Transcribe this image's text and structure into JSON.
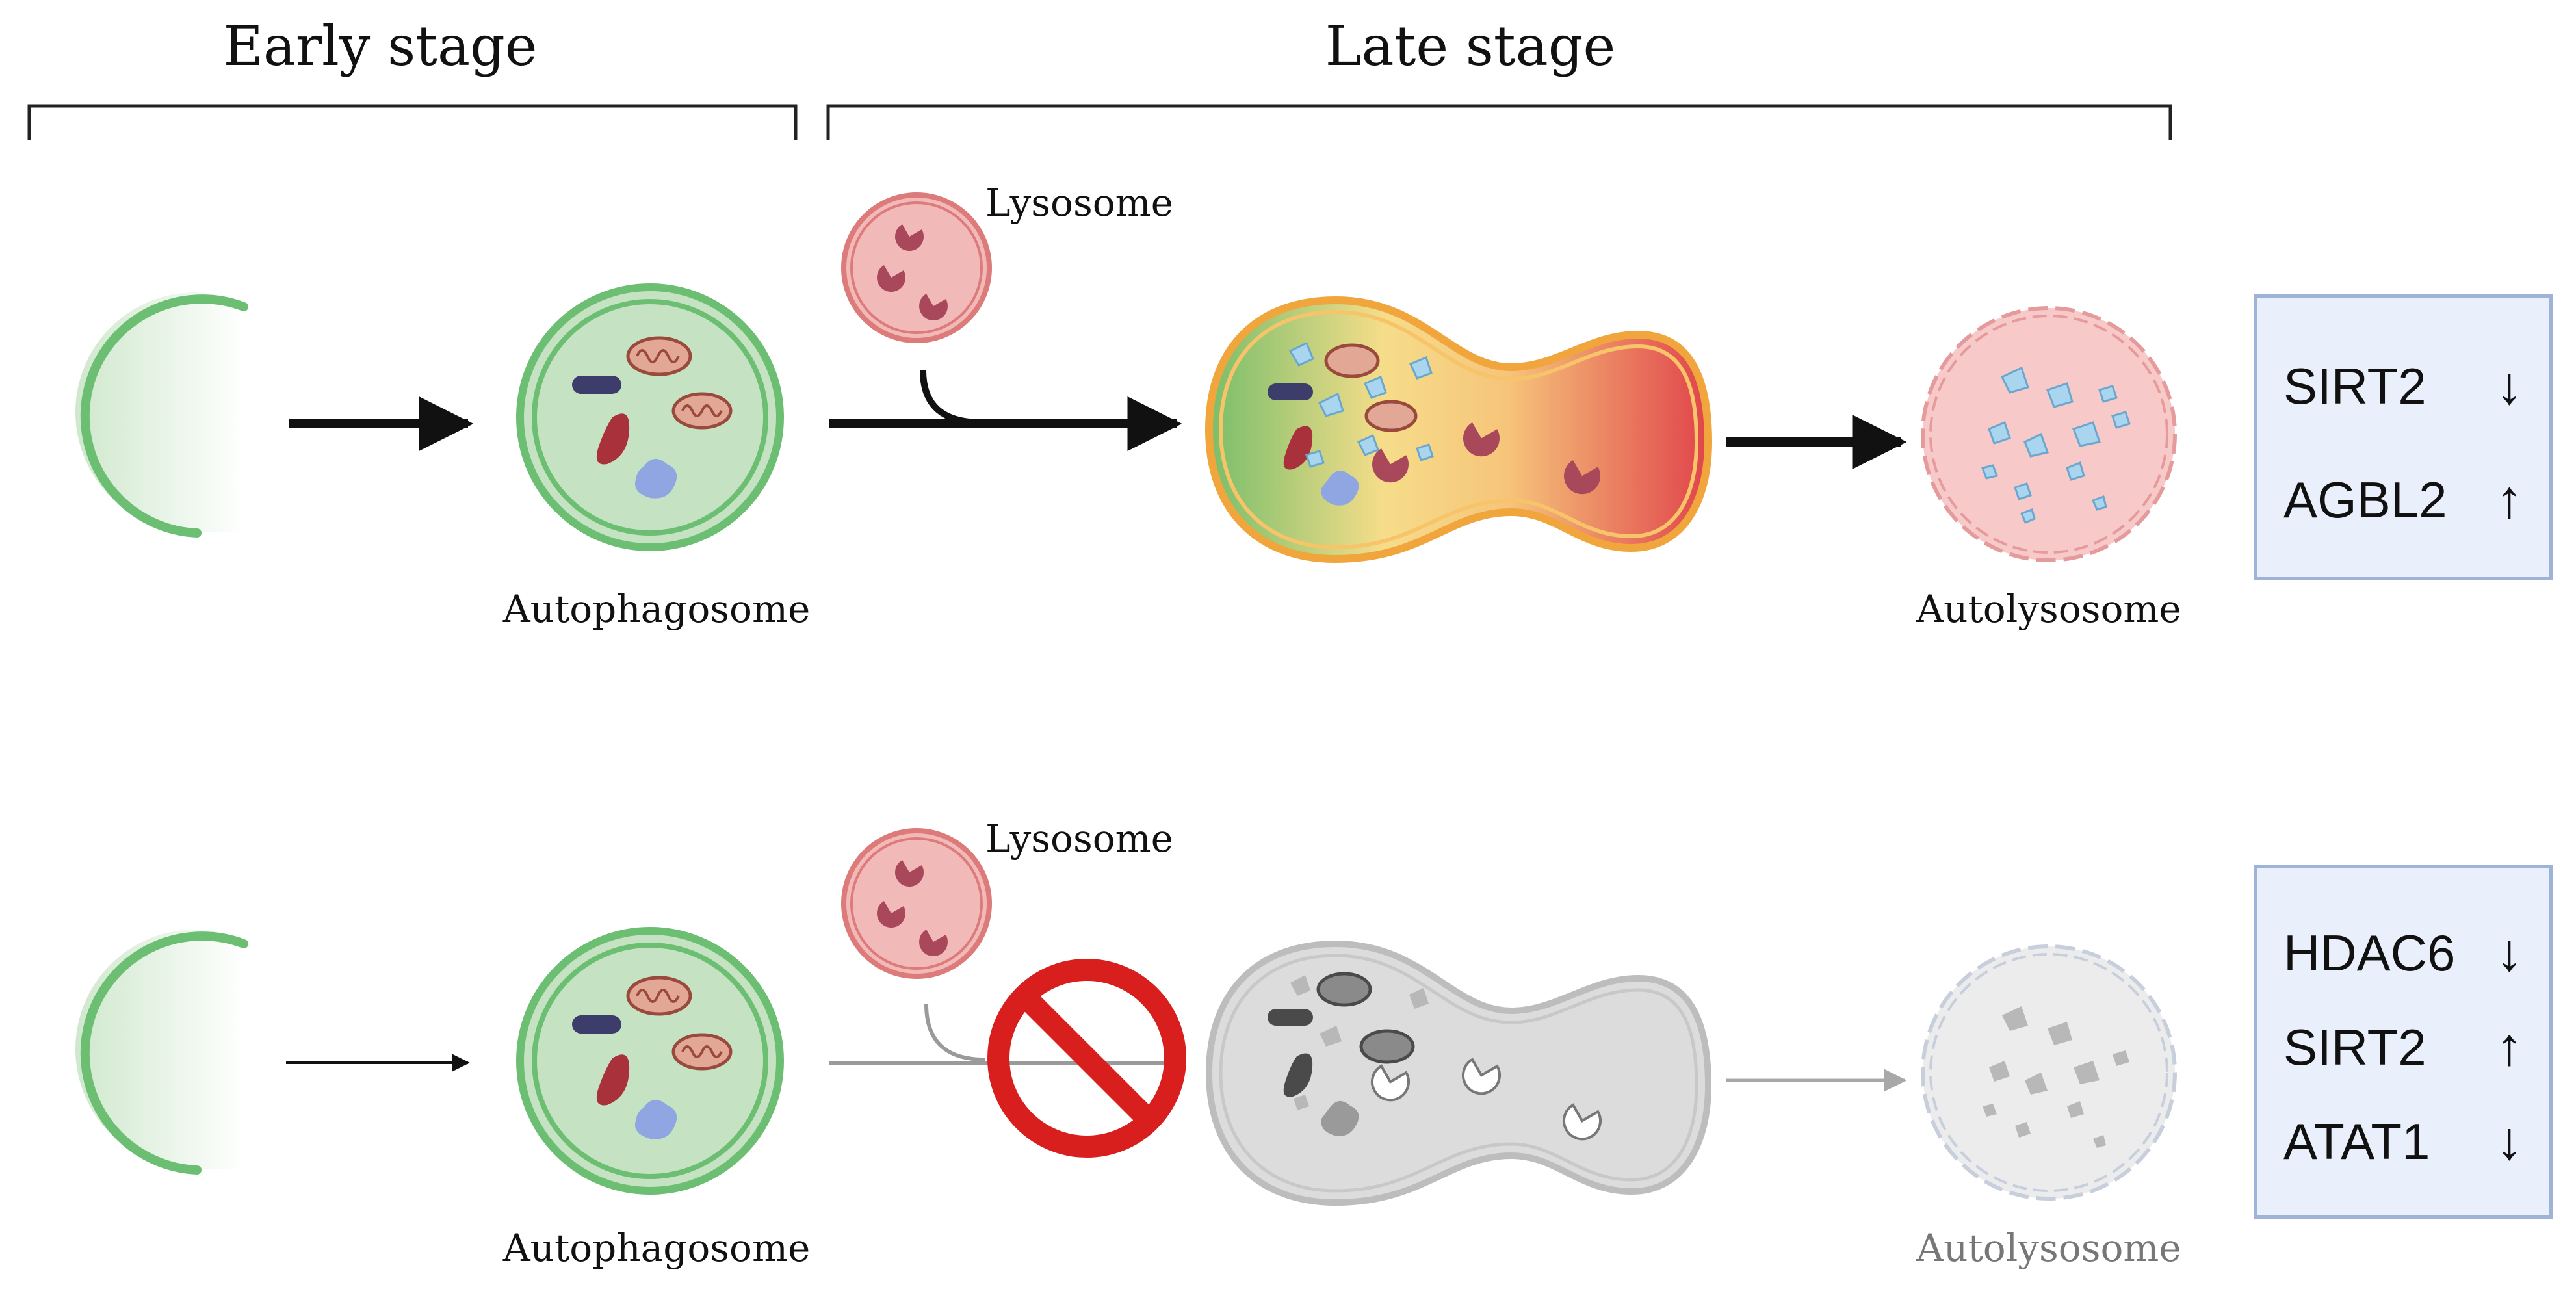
{
  "headers": {
    "early": "Early stage",
    "late": "Late stage"
  },
  "normal_pathway": {
    "lysosome_label": "Lysosome",
    "autophagosome_label": "Autophagosome",
    "autolysosome_label": "Autolysosome",
    "regulators": [
      {
        "name": "SIRT2",
        "arrow": "↓",
        "direction": "down"
      },
      {
        "name": "AGBL2",
        "arrow": "↑",
        "direction": "up"
      }
    ]
  },
  "blocked_pathway": {
    "lysosome_label": "Lysosome",
    "autophagosome_label": "Autophagosome",
    "autolysosome_label": "Autolysosome",
    "block_icon": "prohibition-icon",
    "regulators": [
      {
        "name": "HDAC6",
        "arrow": "↓",
        "direction": "down"
      },
      {
        "name": "SIRT2",
        "arrow": "↑",
        "direction": "up"
      },
      {
        "name": "ATAT1",
        "arrow": "↓",
        "direction": "down"
      }
    ]
  },
  "colors": {
    "membrane_green": "#6cbf72",
    "autophagosome_fill": "#c5e3c2",
    "lysosome_fill": "#f2b9b9",
    "lysosome_enzyme": "#a8485a",
    "fusion_outline": "#f0a63c",
    "block_red": "#d91e1e",
    "regulator_box_fill": "#eaf0fb",
    "regulator_box_border": "#9fb3d9",
    "inactive_gray": "#cfcfcf"
  }
}
